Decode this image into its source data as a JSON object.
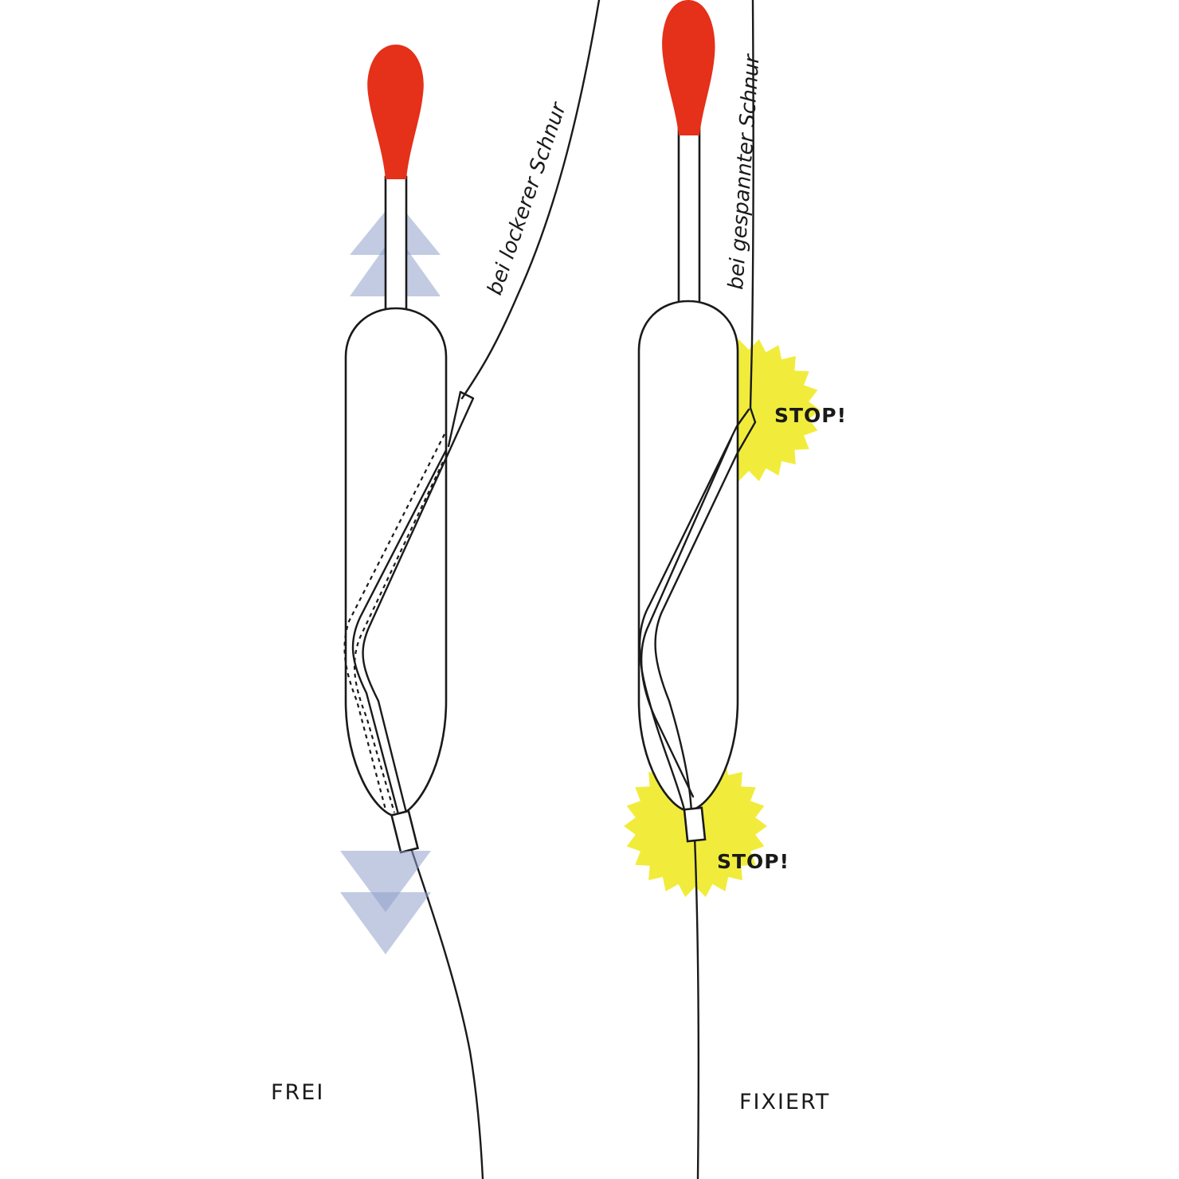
{
  "colors": {
    "float_tip": "#e5301a",
    "stop_burst": "#f1ec3c",
    "arrow": "#8fa0cb",
    "line": "#1a1a1a"
  },
  "labels": {
    "left_caption": "FREI",
    "right_caption": "FIXIERT",
    "left_line_note": "bei lockerer Schnur",
    "right_line_note": "bei gespannter Schnur",
    "stop_top": "STOP!",
    "stop_bottom": "STOP!"
  }
}
